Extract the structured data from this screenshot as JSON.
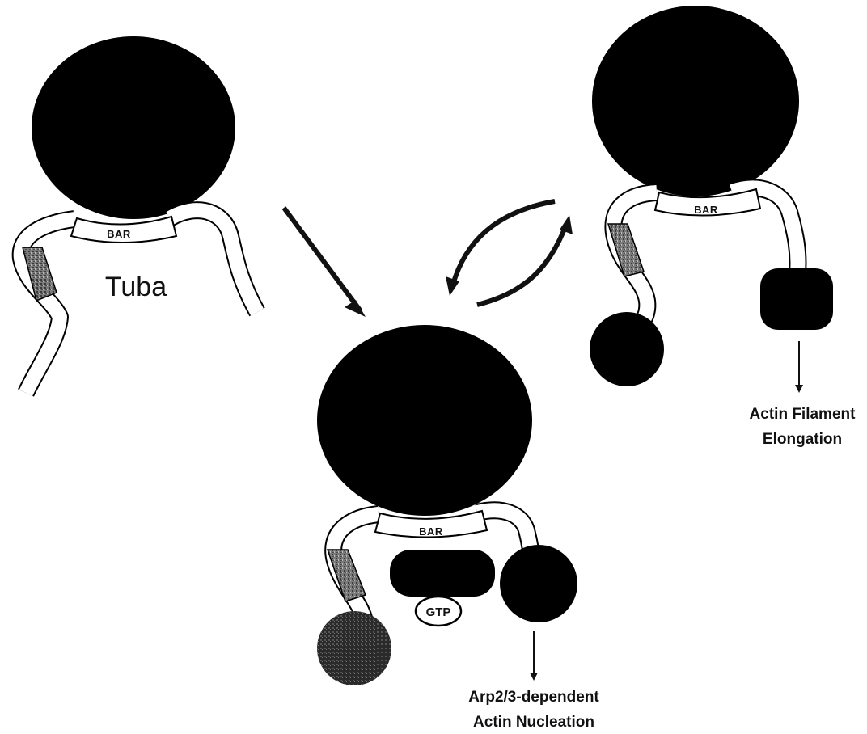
{
  "labels": {
    "tuba": "Tuba",
    "bar_domain": "BAR",
    "gtp": "GTP",
    "outcome_elongation_line1": "Actin Filament",
    "outcome_elongation_line2": "Elongation",
    "outcome_nucleation_line1": "Arp2/3-dependent",
    "outcome_nucleation_line2": "Actin Nucleation"
  },
  "colors": {
    "domain_fill": "#000000",
    "membrane_fill": "#ffffff",
    "stroke": "#000000",
    "speckle": "#6a6a6a"
  }
}
